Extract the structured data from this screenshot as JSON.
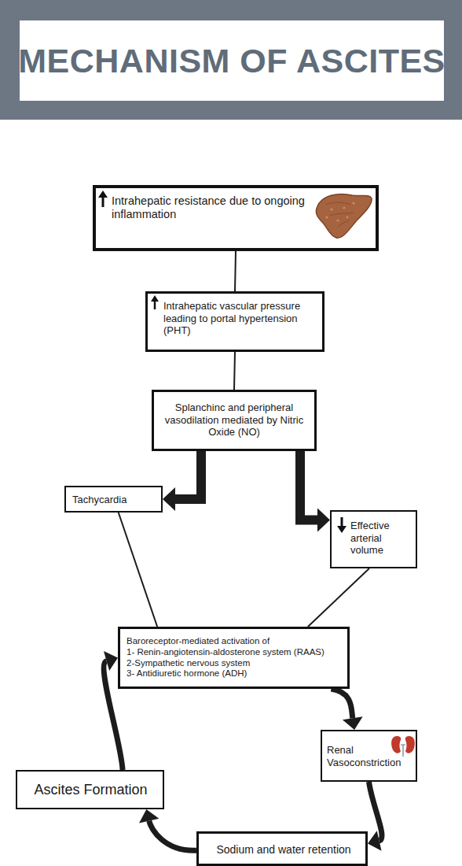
{
  "diagram": {
    "title": "MECHANISM OF ASCITES",
    "nodes": [
      {
        "text": [
          "Intrahepatic resistance due to ongoing inflammation"
        ]
      },
      {
        "text": [
          "Intrahepatic vascular pressure leading to portal hypertension (PHT)"
        ]
      },
      {
        "text": [
          "Splanchinc and peripheral vasodilation mediated by Nitric Oxide (NO)"
        ]
      },
      {
        "text": [
          "Tachycardia"
        ]
      },
      {
        "text": [
          "Effective arterial volume"
        ]
      },
      {
        "text": [
          "Baroreceptor-mediated activation of",
          "1- Renin-angiotensin-aldosterone system (RAAS)",
          "2-Sympathetic nervous system",
          "3- Antidiuretic hormone (ADH)"
        ]
      },
      {
        "text": [
          "Renal Vasoconstriction"
        ]
      },
      {
        "text": [
          "Sodium and water retention"
        ]
      },
      {
        "text": [
          "Ascites Formation"
        ]
      }
    ],
    "edges": [
      {
        "from": 0,
        "to": 1,
        "arrow": "none"
      },
      {
        "from": 1,
        "to": 2,
        "arrow": "none"
      },
      {
        "from": 2,
        "to": 3,
        "arrow": "to"
      },
      {
        "from": 2,
        "to": 4,
        "arrow": "to"
      },
      {
        "from": 3,
        "to": 5,
        "arrow": "none"
      },
      {
        "from": 4,
        "to": 5,
        "arrow": "none"
      },
      {
        "from": 5,
        "to": 6,
        "arrow": "to"
      },
      {
        "from": 6,
        "to": 7,
        "arrow": "to"
      },
      {
        "from": 7,
        "to": 8,
        "arrow": "to"
      },
      {
        "from": 8,
        "to": 5,
        "arrow": "to"
      }
    ]
  }
}
